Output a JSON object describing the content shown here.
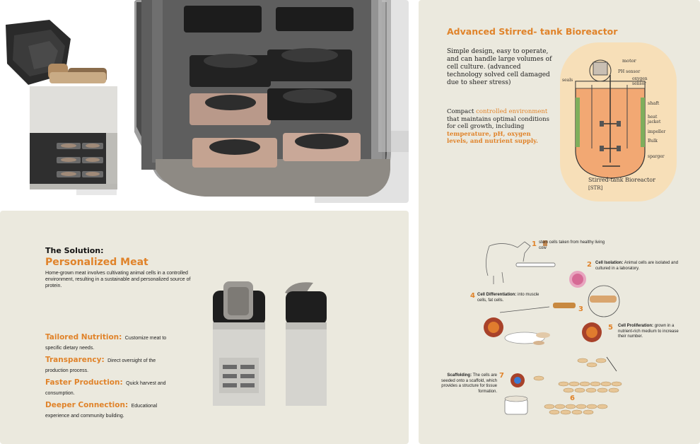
{
  "bioreactor": {
    "title": "Advanced Stirred- tank Bioreactor",
    "desc1": "Simple design, easy to operate, and can handle large volumes of cell culture. (advanced technology  solved cell damaged due to sheer stress)",
    "desc2_pre": "Compact ",
    "desc2_hl1": "controlled environment",
    "desc2_mid": " that maintains optimal conditions for cell growth, including ",
    "desc2_hl2": "temperature, pH, oxygen levels, and nutrient supply.",
    "sketch_labels": {
      "motor": "motor",
      "ph_sensor": "PH sensor",
      "oxygen_sensor": "oxygen sensor",
      "seal": "seals",
      "shaft": "shaft",
      "heat_jacket": "heat jacket",
      "impeller": "impeller",
      "bulk": "Bulk",
      "sparger": "sparger",
      "caption": "Stirred-tank Bioreactor",
      "caption2": "[STR]"
    }
  },
  "solution": {
    "kicker": "The Solution:",
    "title": "Personalized Meat",
    "description": "Home-grown meat involves cultivating animal cells in a controlled environment, resulting in a sustainable and personalized source of protein.",
    "benefits": [
      {
        "title": "Tailored Nutrition:",
        "text": "Customize meat to specific dietary needs."
      },
      {
        "title": "Transparency:",
        "text": "Direct oversight of the production process."
      },
      {
        "title": "Faster Production:",
        "text": "Quick harvest and consumption."
      },
      {
        "title": "Deeper Connection:",
        "text": "Educational experience and community building."
      }
    ]
  },
  "process": {
    "steps": [
      {
        "num": "1",
        "title": "",
        "text": "stem cells taken from healthy living cow"
      },
      {
        "num": "2",
        "title": "Cell Isolation:",
        "text": "Animal cells are isolated and cultured in a laboratory."
      },
      {
        "num": "3",
        "title": "",
        "text": ""
      },
      {
        "num": "4",
        "title": "Cell Differentiation:",
        "text": "into muscle cells, fat cells."
      },
      {
        "num": "5",
        "title": "Cell Proliferation:",
        "text": "grown in a nutrient-rich medium to increase their number."
      },
      {
        "num": "6",
        "title": "",
        "text": ""
      },
      {
        "num": "7",
        "title": "Scaffolding:",
        "text": "The cells are seeded onto a scaffold, which provides a structure for tissue formation."
      }
    ]
  },
  "colors": {
    "accent": "#e0832a",
    "panel": "#ebe9de"
  }
}
